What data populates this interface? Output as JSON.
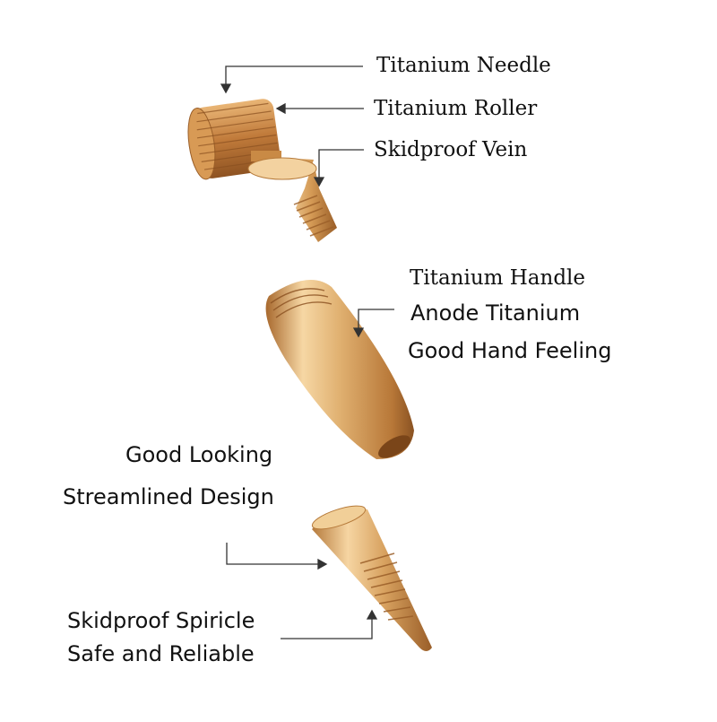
{
  "labels": {
    "titanium_needle": "Titanium Needle",
    "titanium_roller": "Titanium Roller",
    "skidproof_vein": "Skidproof  Vein",
    "titanium_handle": "Titanium Handle",
    "anode_titanium": "Anode Titanium",
    "good_hand_feeling": "Good Hand Feeling",
    "good_looking": "Good Looking",
    "streamlined_design": "Streamlined Design",
    "skidproof_spiricle": "Skidproof Spiricle",
    "safe_and_reliable": "Safe and Reliable"
  },
  "colors": {
    "gold_light": "#f6d7a4",
    "gold_mid": "#d9a35d",
    "gold_dark": "#a8692e",
    "copper": "#c07a3a",
    "line": "#333333",
    "text": "#111111"
  }
}
